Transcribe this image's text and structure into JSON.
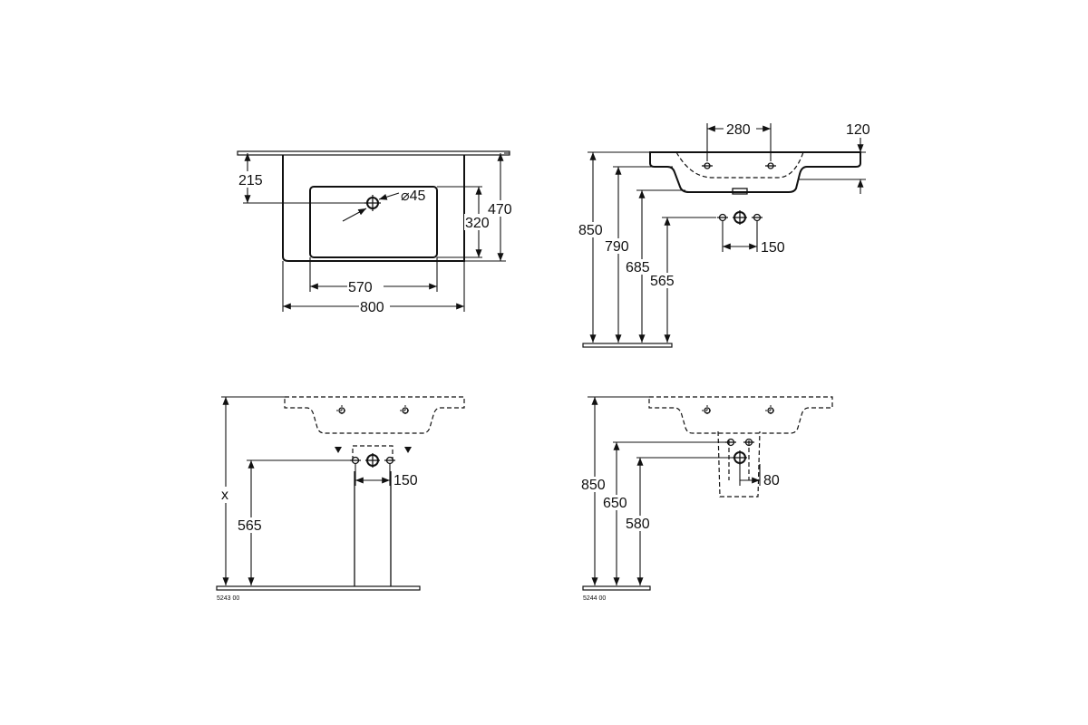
{
  "views": {
    "top": {
      "d_215": "215",
      "d_diam45": "⌀45",
      "d_320": "320",
      "d_470": "470",
      "d_570": "570",
      "d_800": "800"
    },
    "side": {
      "d_280": "280",
      "d_120": "120",
      "d_850": "850",
      "d_790": "790",
      "d_685": "685",
      "d_565": "565",
      "d_150": "150"
    },
    "pedestal": {
      "d_x": "x",
      "d_565": "565",
      "d_150": "150",
      "code": "5243 00"
    },
    "semipedestal": {
      "d_850": "850",
      "d_650": "650",
      "d_580": "580",
      "d_80": "80",
      "code": "5244 00"
    }
  },
  "colors": {
    "line": "#111111",
    "background": "#ffffff"
  }
}
